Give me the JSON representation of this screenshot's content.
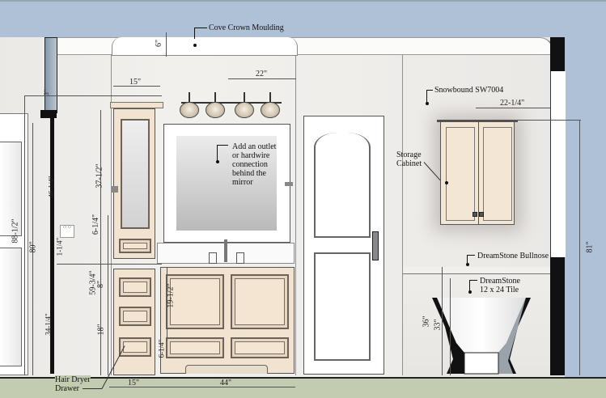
{
  "drawing": {
    "type": "bathroom-wall-elevation",
    "colors": {
      "sky": "#afc1d7",
      "wall": "#f0eeeb",
      "floor": "#c3cbb1",
      "cabinet": "#f1e3d0",
      "trim_black": "#111111"
    }
  },
  "labels": {
    "crown": "Cove Crown Moulding",
    "paint": "Snowbound SW7004",
    "mirror_note": [
      "Add an outlet",
      "or hardwire",
      "connection",
      "behind the",
      "mirror"
    ],
    "storage_cabinet": [
      "Storage",
      "Cabinet"
    ],
    "bullnose": "DreamStone Bullnose",
    "tile": [
      "DreamStone",
      "12 x 24 Tile"
    ],
    "hair_dryer": [
      "Hair Dryer",
      "Drawer"
    ]
  },
  "dimensions": {
    "crown_height": "6\"",
    "light_offset": "22\"",
    "linen_width_top": "15\"",
    "cabinet_to_casing": "22-1/4\"",
    "left_top_small": "3\"",
    "left_upper": "46-1/4\"",
    "door_height_left": "88-1/2\"",
    "door_80": "80\"",
    "switch_1_1_4": "1-1/4\"",
    "linen_glass": "37-1/2\"",
    "linen_6_1_4": "6-1/4\"",
    "counter_59_3_4": "59-3/4\"",
    "drawer_8": "8\"",
    "lower_18": "18\"",
    "left_lower": "34-1/4\"",
    "vanity_door": "19-1/2\"",
    "vanity_drawer": "6-1/4\"",
    "bottom_15": "15\"",
    "bottom_44": "44\"",
    "tub_36": "36\"",
    "tub_33": "33\"",
    "right_81": "81\""
  }
}
